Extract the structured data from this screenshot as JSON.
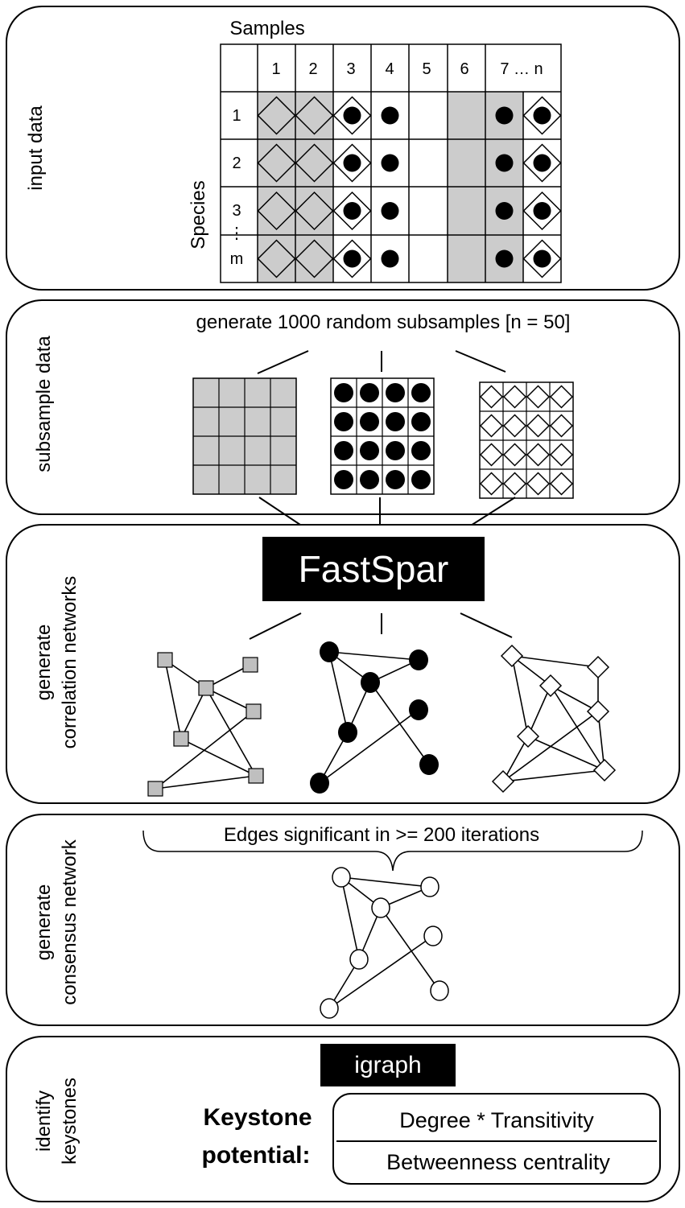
{
  "panels": {
    "input": {
      "side_label": "input data",
      "samples_label": "Samples",
      "species_label": "Species",
      "column_headers": [
        "1",
        "2",
        "3",
        "4",
        "5",
        "6",
        "7 … n"
      ],
      "row_headers": [
        "1",
        "2",
        "3",
        "m"
      ],
      "row_ellipsis": "⋮",
      "cell_patterns": [
        "diamond-gray",
        "diamond-gray",
        "dot-diamond",
        "dot",
        "empty",
        "gray",
        "dot-gray",
        "dot-diamond"
      ]
    },
    "subsample": {
      "side_label": "subsample data",
      "caption": "generate 1000 random subsamples [n = 50]",
      "matrices": [
        "gray-squares",
        "black-dots",
        "white-diamonds"
      ]
    },
    "correlation": {
      "side_label_line1": "generate",
      "side_label_line2": "correlation networks",
      "tool": "FastSpar",
      "networks": [
        "gray-square-nodes",
        "black-circle-nodes",
        "white-diamond-nodes"
      ]
    },
    "consensus": {
      "side_label_line1": "generate",
      "side_label_line2": "consensus network",
      "caption": "Edges significant in >= 200 iterations",
      "network": "white-circle-nodes"
    },
    "keystones": {
      "side_label_line1": "identify",
      "side_label_line2": "keystones",
      "tool": "igraph",
      "potential_line1": "Keystone",
      "potential_line2": "potential:",
      "numerator": "Degree * Transitivity",
      "denominator": "Betweenness centrality"
    }
  },
  "colors": {
    "gray_fill": "#cccccc",
    "node_gray": "#bfbfbf",
    "black": "#000000",
    "white": "#ffffff"
  }
}
